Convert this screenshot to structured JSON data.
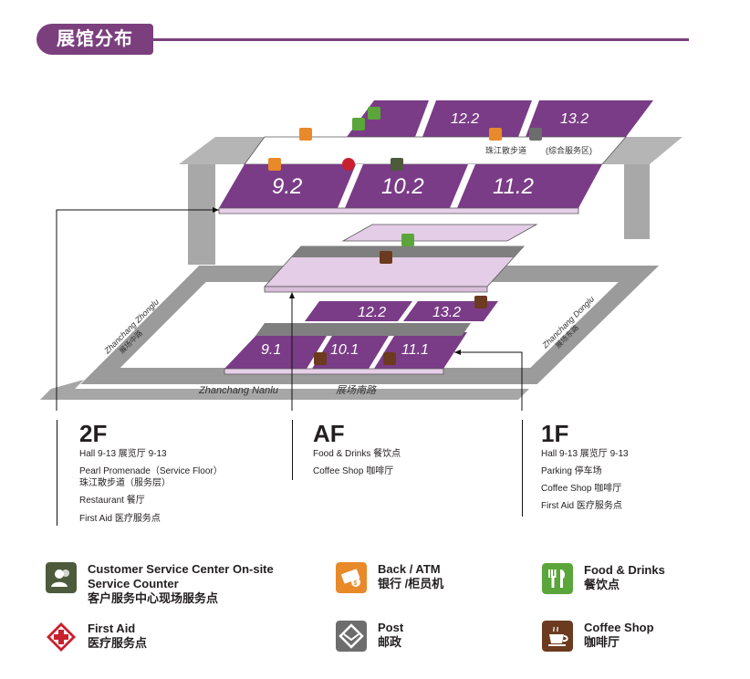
{
  "header": {
    "title": "展馆分布"
  },
  "map": {
    "halls_2f": [
      "9.2",
      "10.2",
      "11.2",
      "12.2",
      "13.2"
    ],
    "halls_1f": [
      "9.1",
      "10.1",
      "11.1",
      "12.2",
      "13.2"
    ],
    "promenade_label": "珠江散步道",
    "service_area_label": "(综合服务区)",
    "road_south": "Zhanchang Nanlu",
    "road_south_cn": "展场南路",
    "road_west": "Zhanchang Zhonglu",
    "road_west_cn": "展场中路",
    "road_east": "Zhanchang Donglu",
    "road_east_cn": "展场东路"
  },
  "floors": [
    {
      "code": "2F",
      "lines": [
        "Hall 9-13   展览厅 9-13",
        "Pearl Promenade（Service Floor）",
        "珠江散步道（服务层）",
        "Restaurant   餐厅",
        "First Aid   医疗服务点"
      ]
    },
    {
      "code": "AF",
      "lines": [
        "Food & Drinks   餐饮点",
        "Coffee Shop   咖啡厅"
      ]
    },
    {
      "code": "1F",
      "lines": [
        "Hall 9-13   展览厅 9-13",
        "Parking   停车场",
        "Coffee Shop   咖啡厅",
        "First Aid   医疗服务点"
      ]
    }
  ],
  "legend": [
    {
      "icon": "customer-service-icon",
      "color": "#4e5a3c",
      "lines": [
        "Customer Service Center On-site",
        "Service Counter",
        "客户服务中心现场服务点"
      ]
    },
    {
      "icon": "bank-atm-icon",
      "color": "#e8892a",
      "lines": [
        "Back / ATM",
        "银行 /柜员机"
      ]
    },
    {
      "icon": "food-drinks-icon",
      "color": "#5aa63a",
      "lines": [
        "Food & Drinks",
        "餐饮点"
      ]
    },
    {
      "icon": "first-aid-icon",
      "color": "#c8202f",
      "lines": [
        "First Aid",
        "医疗服务点"
      ]
    },
    {
      "icon": "post-icon",
      "color": "#6d6d6d",
      "lines": [
        "Post",
        "邮政"
      ]
    },
    {
      "icon": "coffee-shop-icon",
      "color": "#6b3a1f",
      "lines": [
        "Coffee Shop",
        "咖啡厅"
      ]
    }
  ],
  "colors": {
    "accent": "#7b3f7e",
    "hall": "#7a3c86",
    "hall_light": "#e4cde6",
    "road": "#8a8a8a"
  }
}
